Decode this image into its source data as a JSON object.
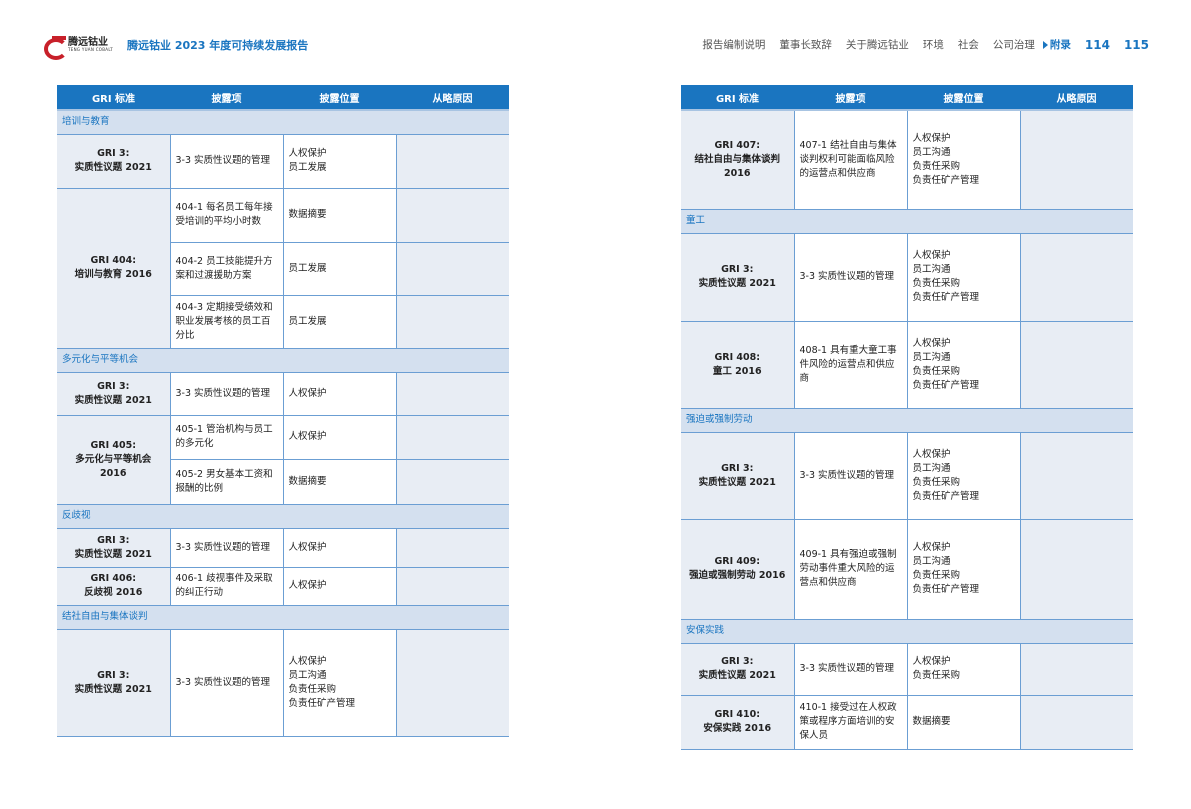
{
  "header": {
    "logo_cn": "腾远钴业",
    "logo_en": "TENG YUAN COBALT",
    "title": "腾远钴业 2023 年度可持续发展报告",
    "nav": [
      "报告编制说明",
      "董事长致辞",
      "关于腾远钴业",
      "环境",
      "社会",
      "公司治理"
    ],
    "active": "附录",
    "pages": [
      "114",
      "115"
    ]
  },
  "columns": [
    "GRI 标准",
    "披露项",
    "披露位置",
    "从略原因"
  ],
  "left": [
    {
      "section": "培训与教育",
      "groups": [
        {
          "gri": [
            "GRI 3:",
            "实质性议题 2021"
          ],
          "items": [
            {
              "item": "3-3 实质性议题的管理",
              "loc": [
                "人权保护",
                "员工发展"
              ]
            }
          ]
        },
        {
          "gri": [
            "GRI 404:",
            "培训与教育 2016"
          ],
          "items": [
            {
              "item": "404-1 每名员工每年接受培训的平均小时数",
              "loc": [
                "数据摘要"
              ]
            },
            {
              "item": "404-2 员工技能提升方案和过渡援助方案",
              "loc": [
                "员工发展"
              ]
            },
            {
              "item": "404-3 定期接受绩效和职业发展考核的员工百分比",
              "loc": [
                "员工发展"
              ]
            }
          ]
        }
      ]
    },
    {
      "section": "多元化与平等机会",
      "groups": [
        {
          "gri": [
            "GRI 3:",
            "实质性议题 2021"
          ],
          "items": [
            {
              "item": "3-3 实质性议题的管理",
              "loc": [
                "人权保护"
              ]
            }
          ]
        },
        {
          "gri": [
            "GRI 405:",
            "多元化与平等机会",
            "2016"
          ],
          "items": [
            {
              "item": "405-1 管治机构与员工的多元化",
              "loc": [
                "人权保护"
              ]
            },
            {
              "item": "405-2 男女基本工资和报酬的比例",
              "loc": [
                "数据摘要"
              ]
            }
          ]
        }
      ]
    },
    {
      "section": "反歧视",
      "groups": [
        {
          "gri": [
            "GRI 3:",
            "实质性议题 2021"
          ],
          "items": [
            {
              "item": "3-3 实质性议题的管理",
              "loc": [
                "人权保护"
              ]
            }
          ]
        },
        {
          "gri": [
            "GRI 406:",
            "反歧视 2016"
          ],
          "items": [
            {
              "item": "406-1 歧视事件及采取的纠正行动",
              "loc": [
                "人权保护"
              ]
            }
          ]
        }
      ]
    },
    {
      "section": "结社自由与集体谈判",
      "groups": [
        {
          "gri": [
            "GRI 3:",
            "实质性议题 2021"
          ],
          "items": [
            {
              "item": "3-3 实质性议题的管理",
              "loc": [
                "人权保护",
                "员工沟通",
                "负责任采购",
                "负责任矿产管理"
              ]
            }
          ]
        }
      ]
    }
  ],
  "right": [
    {
      "section": null,
      "groups": [
        {
          "gri": [
            "GRI 407:",
            "结社自由与集体谈判",
            "2016"
          ],
          "items": [
            {
              "item": "407-1 结社自由与集体谈判权利可能面临风险的运营点和供应商",
              "loc": [
                "人权保护",
                "员工沟通",
                "负责任采购",
                "负责任矿产管理"
              ]
            }
          ]
        }
      ]
    },
    {
      "section": "童工",
      "groups": [
        {
          "gri": [
            "GRI 3:",
            "实质性议题 2021"
          ],
          "items": [
            {
              "item": "3-3 实质性议题的管理",
              "loc": [
                "人权保护",
                "员工沟通",
                "负责任采购",
                "负责任矿产管理"
              ]
            }
          ]
        },
        {
          "gri": [
            "GRI 408:",
            "童工 2016"
          ],
          "items": [
            {
              "item": "408-1 具有重大童工事件风险的运营点和供应商",
              "loc": [
                "人权保护",
                "员工沟通",
                "负责任采购",
                "负责任矿产管理"
              ]
            }
          ]
        }
      ]
    },
    {
      "section": "强迫或强制劳动",
      "groups": [
        {
          "gri": [
            "GRI 3:",
            "实质性议题 2021"
          ],
          "items": [
            {
              "item": "3-3 实质性议题的管理",
              "loc": [
                "人权保护",
                "员工沟通",
                "负责任采购",
                "负责任矿产管理"
              ]
            }
          ]
        },
        {
          "gri": [
            "GRI 409:",
            "强迫或强制劳动 2016"
          ],
          "items": [
            {
              "item": "409-1 具有强迫或强制劳动事件重大风险的运营点和供应商",
              "loc": [
                "人权保护",
                "员工沟通",
                "负责任采购",
                "负责任矿产管理"
              ]
            }
          ]
        }
      ]
    },
    {
      "section": "安保实践",
      "groups": [
        {
          "gri": [
            "GRI 3:",
            "实质性议题 2021"
          ],
          "items": [
            {
              "item": "3-3 实质性议题的管理",
              "loc": [
                "人权保护",
                "负责任采购"
              ]
            }
          ]
        },
        {
          "gri": [
            "GRI 410:",
            "安保实践 2016"
          ],
          "items": [
            {
              "item": "410-1 接受过在人权政策或程序方面培训的安保人员",
              "loc": [
                "数据摘要"
              ]
            }
          ]
        }
      ]
    }
  ]
}
